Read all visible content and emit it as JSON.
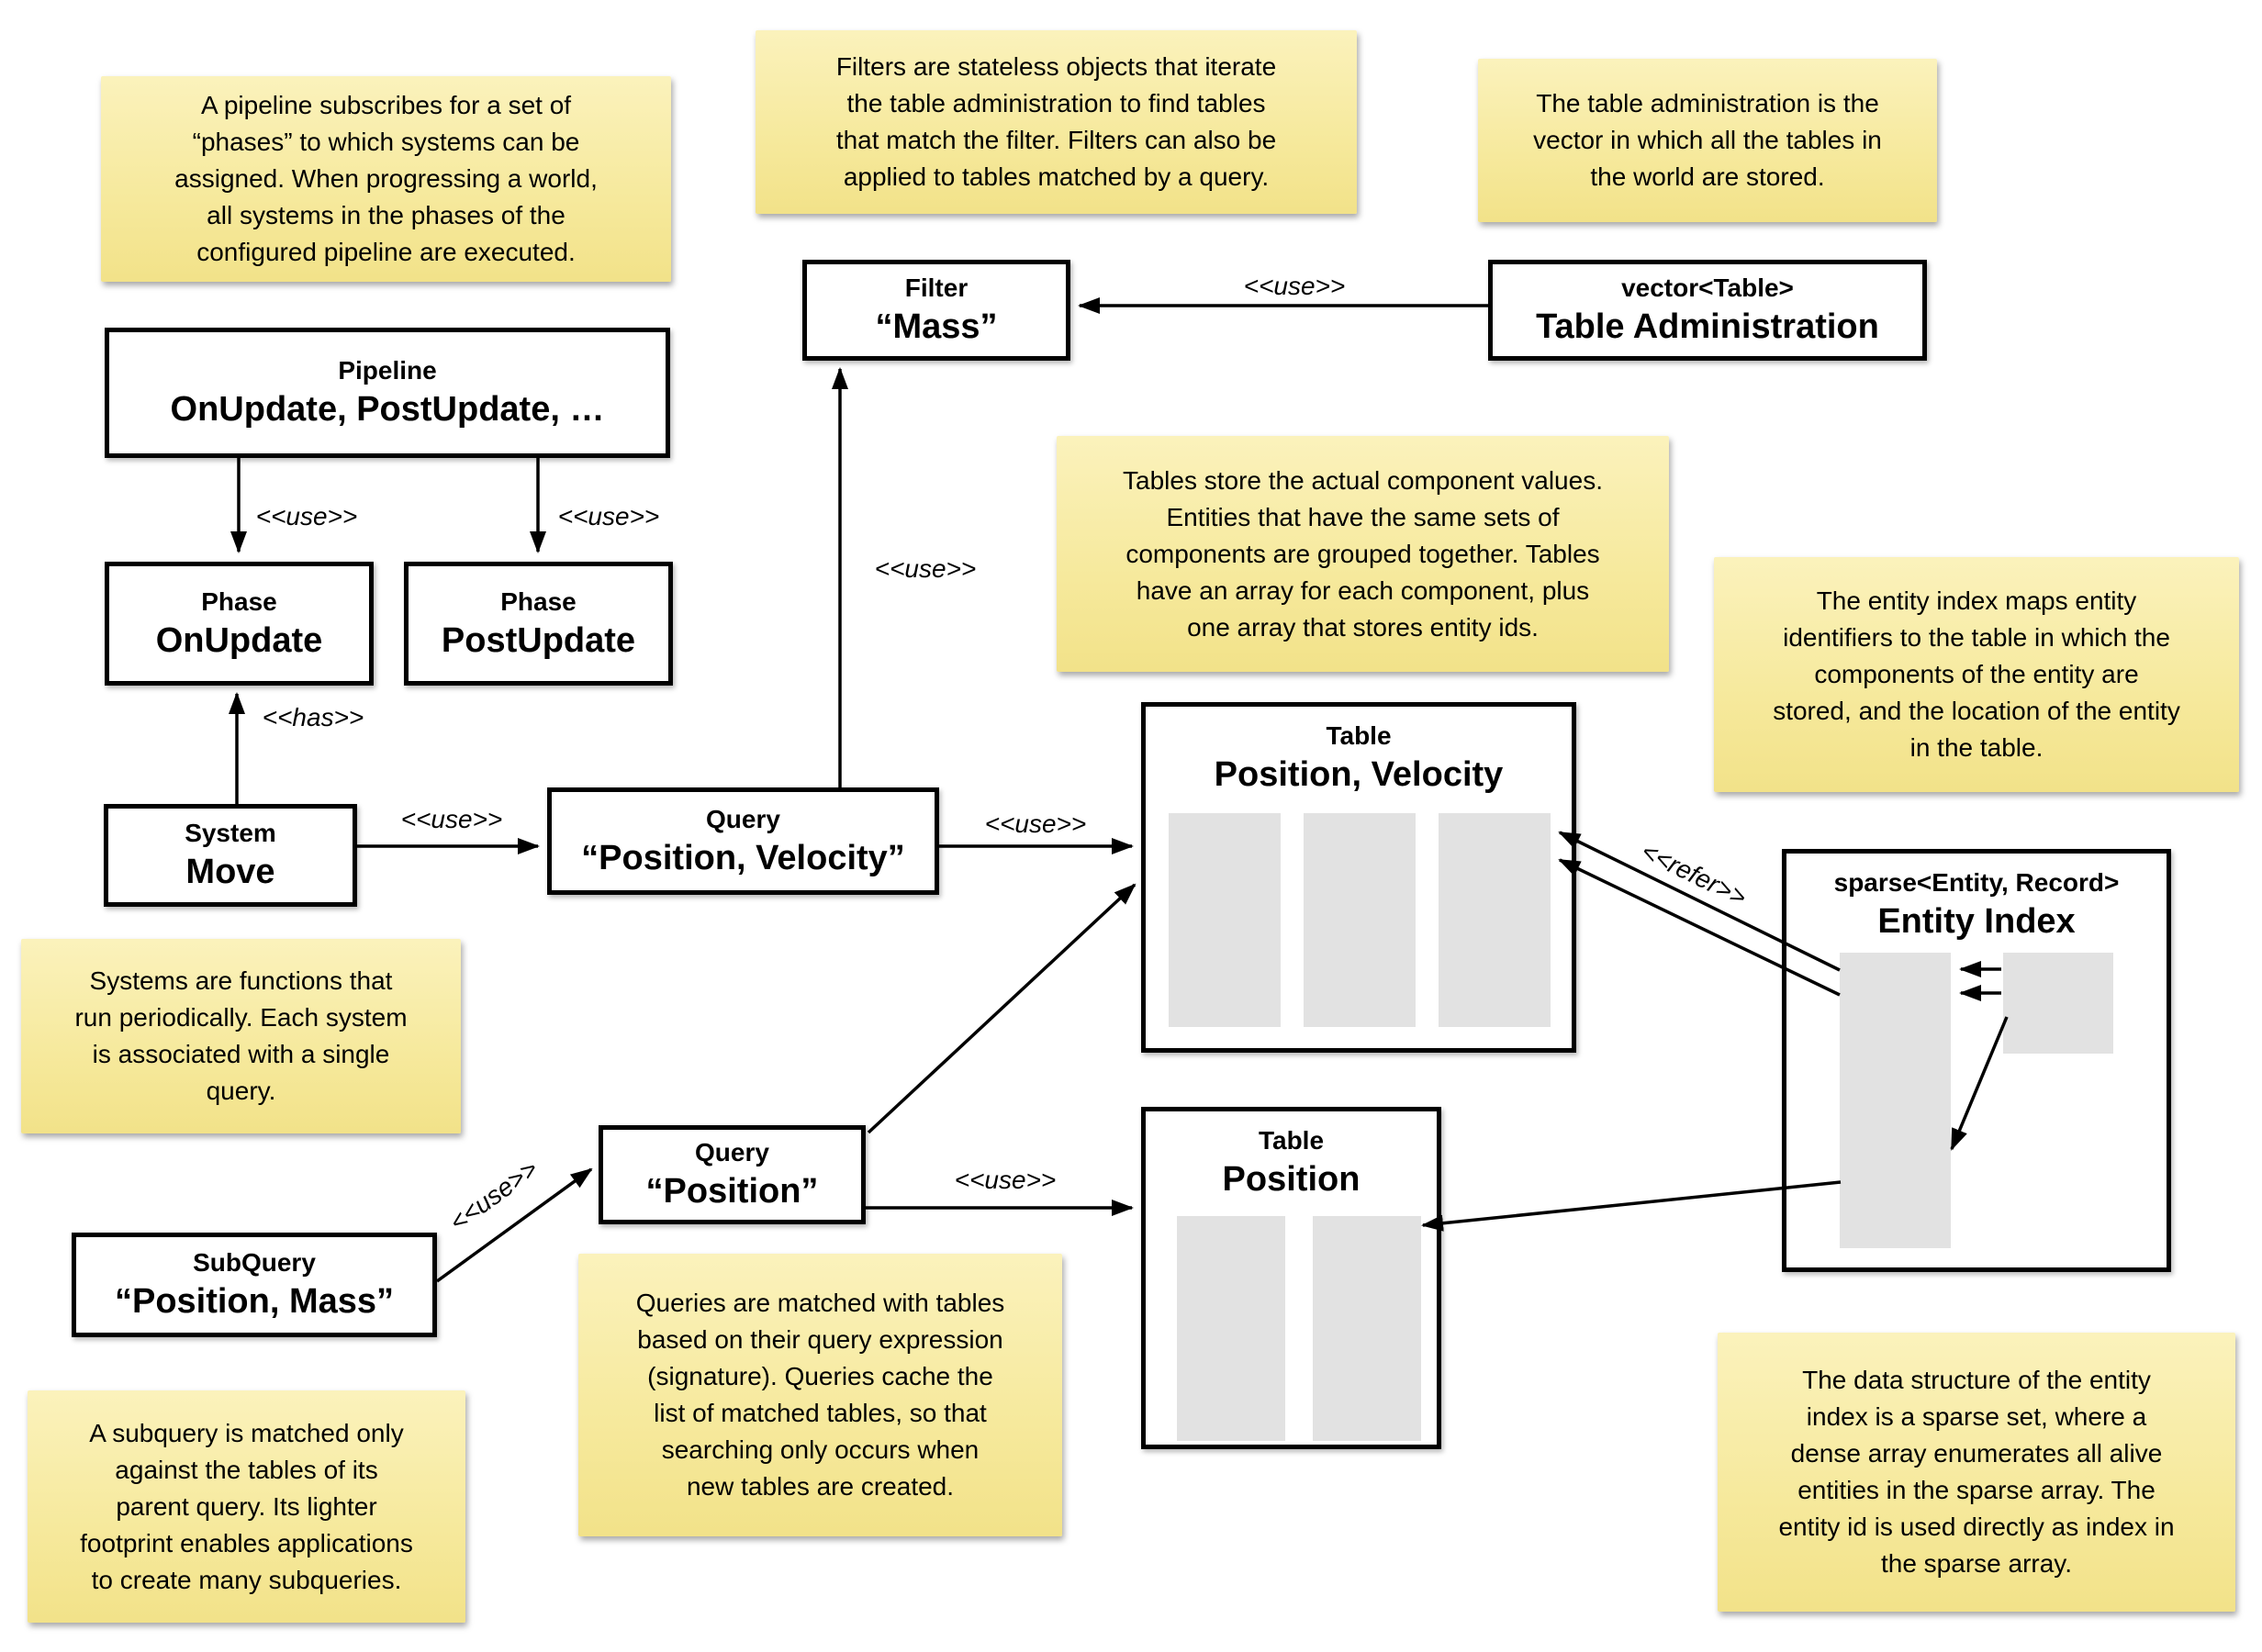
{
  "notes": {
    "pipeline": "A pipeline subscribes for a set of\n“phases” to which systems can be\nassigned. When progressing a world,\nall systems in the phases of the\nconfigured pipeline are executed.",
    "filters": "Filters are stateless objects that iterate\nthe table administration to find tables\nthat match the filter. Filters can also be\napplied to tables matched by a query.",
    "table_admin": "The table administration is the\nvector in which all the tables in\nthe world are stored.",
    "tables": "Tables store the actual component values.\nEntities that have the same sets of\ncomponents are grouped together. Tables\nhave an array for each component, plus\none array that stores entity ids.",
    "entity_index": "The entity index maps entity\nidentifiers to the table in which the\ncomponents of the entity are\nstored, and the location of the entity\nin the table.",
    "systems": "Systems are functions that\nrun periodically. Each system\nis associated with a single\nquery.",
    "queries": "Queries are matched with tables\nbased on their query expression\n(signature). Queries cache the\nlist of matched tables, so that\nsearching only occurs when\nnew tables are created.",
    "subquery": "A subquery is matched only\nagainst the tables of its\nparent query. Its lighter\nfootprint enables applications\nto create many subqueries.",
    "sparse_set": "The data structure of the entity\nindex is a sparse set, where a\ndense array enumerates all alive\nentities in the sparse array. The\nentity id is used directly as index in\nthe sparse array."
  },
  "boxes": {
    "pipeline": {
      "type": "Pipeline",
      "name": "OnUpdate, PostUpdate, …"
    },
    "phase_onupdate": {
      "type": "Phase",
      "name": "OnUpdate"
    },
    "phase_postupdate": {
      "type": "Phase",
      "name": "PostUpdate"
    },
    "filter": {
      "type": "Filter",
      "name": "“Mass”"
    },
    "table_admin": {
      "type": "vector<Table>",
      "name": "Table Administration"
    },
    "system": {
      "type": "System",
      "name": "Move"
    },
    "query_pv": {
      "type": "Query",
      "name": "“Position, Velocity”"
    },
    "table_pv": {
      "type": "Table",
      "name": "Position, Velocity"
    },
    "query_pos": {
      "type": "Query",
      "name": "“Position”"
    },
    "table_pos": {
      "type": "Table",
      "name": "Position"
    },
    "subquery": {
      "type": "SubQuery",
      "name": "“Position, Mass”"
    },
    "entity_index": {
      "type": "sparse<Entity, Record>",
      "name": "Entity Index"
    }
  },
  "labels": {
    "use": "<<use>>",
    "has": "<<has>>",
    "refer": "<<refer>>"
  },
  "colors": {
    "note_yellow_top": "#FBF2BC",
    "note_yellow_bottom": "#F2E289",
    "box_border": "#000000",
    "array_gray": "#E2E2E2",
    "background": "#FFFFFF"
  }
}
